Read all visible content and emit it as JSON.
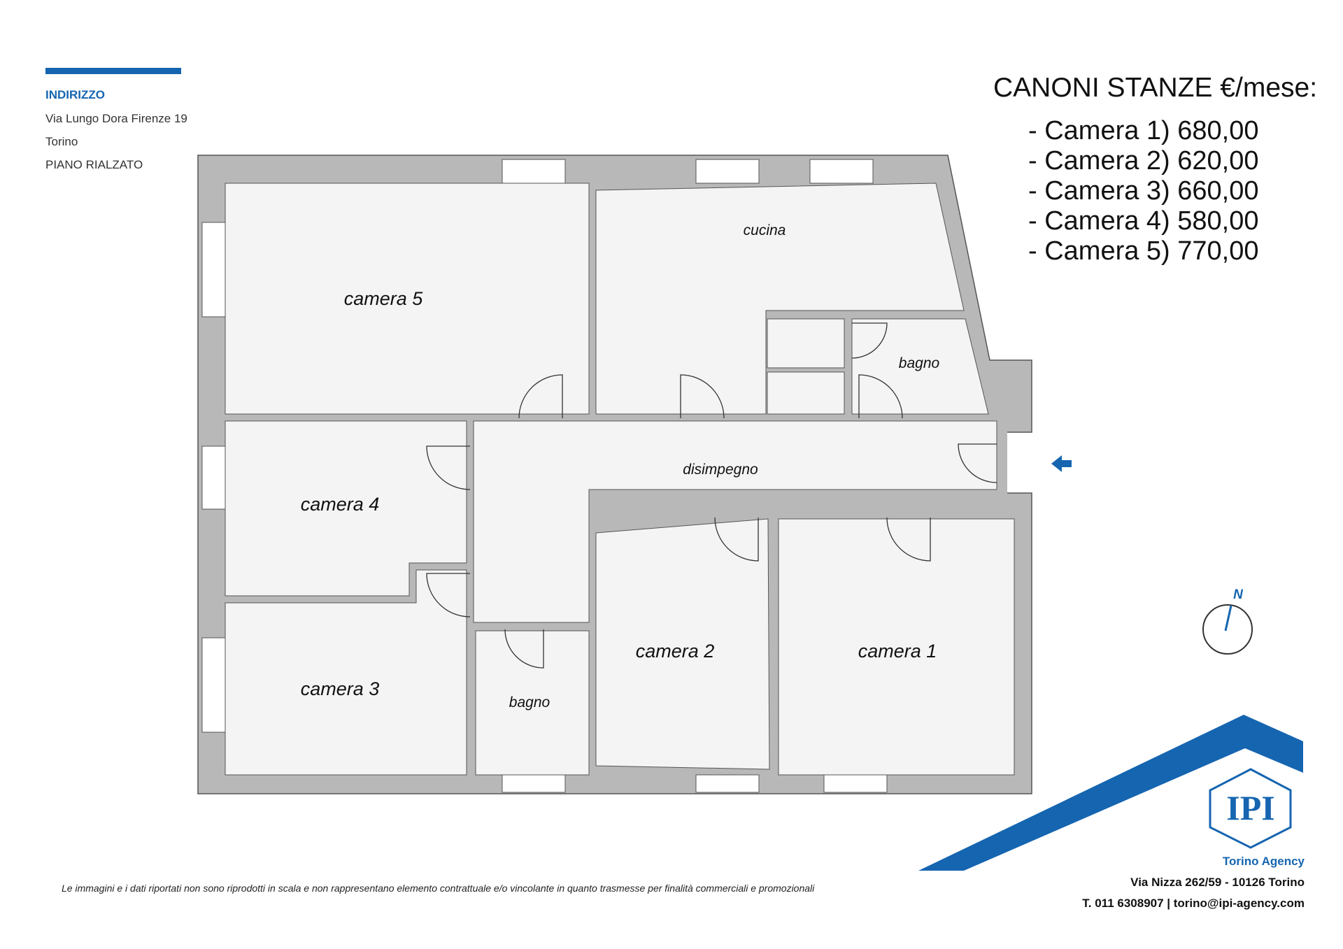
{
  "colors": {
    "brand_blue": "#1565b0",
    "wall_gray": "#b8b8b8",
    "floor": "#f4f4f4"
  },
  "address": {
    "label": "INDIRIZZO",
    "street": "Via Lungo Dora Firenze 19",
    "city": "Torino",
    "floor": "PIANO RIALZATO"
  },
  "rents": {
    "title": "CANONI STANZE €/mese:",
    "items": [
      "- Camera 1) 680,00",
      "- Camera 2) 620,00",
      "- Camera 3) 660,00",
      "- Camera 4) 580,00",
      "- Camera 5) 770,00"
    ]
  },
  "rooms": {
    "camera5": "camera 5",
    "cucina": "cucina",
    "bagno_top": "bagno",
    "disimpegno": "disimpegno",
    "camera4": "camera 4",
    "camera3": "camera 3",
    "bagno_bottom": "bagno",
    "camera2": "camera 2",
    "camera1": "camera 1"
  },
  "compass": {
    "label": "N"
  },
  "icons": {
    "entrance": "arrow-left-icon",
    "compass": "compass-icon",
    "logo": "ipi-logo"
  },
  "logo": {
    "text": "IPI"
  },
  "disclaimer": "Le immagini e i dati riportati non sono riprodotti in scala e non rappresentano elemento contrattuale e/o vincolante in quanto trasmesse per finalità commerciali e promozionali",
  "agency": {
    "name": "Torino Agency",
    "address": "Via Nizza 262/59 - 10126 Torino",
    "contact": "T. 011 6308907 | torino@ipi-agency.com"
  }
}
